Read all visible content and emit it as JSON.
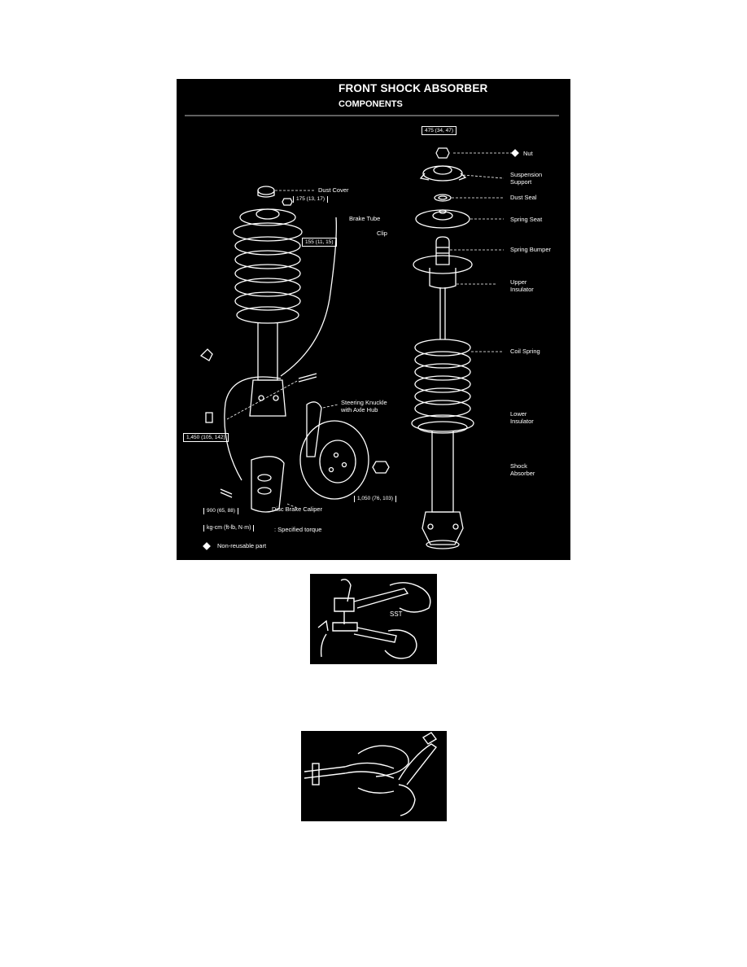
{
  "main_figure": {
    "title": "FRONT SHOCK ABSORBER",
    "subtitle": "COMPONENTS",
    "labels": {
      "nut": "Nut",
      "suspension_support": "Suspension\nSupport",
      "dust_seal": "Dust Seal",
      "spring_seat": "Spring Seat",
      "spring_bumper": "Spring Bumper",
      "upper_insulator": "Upper\nInsulator",
      "coil_spring": "Coil Spring",
      "lower_insulator": "Lower\nInsulator",
      "shock_absorber": "Shock\nAbsorber",
      "dust_cover": "Dust Cover",
      "brake_tube": "Brake Tube",
      "clip": "Clip",
      "steering_knuckle": "Steering Knuckle\nwith Axle Hub",
      "disc_brake_caliper": "Disc Brake Caliper"
    },
    "torques": {
      "nut": "475 (34, 47)",
      "dust_cover": "175 (13, 17)",
      "brake_tube": "155 (11, 15)",
      "knuckle_bolts": "1,450 (105, 142)",
      "caliper_bolt": "900 (65, 88)",
      "hub_nut": "1,050 (76, 103)"
    },
    "legend": {
      "torque_unit": "kg-cm (ft-lb, N·m)",
      "torque_desc": ": Specified torque",
      "nonreusable_desc": "Non-reusable part",
      "diamond_symbol": "◆"
    }
  },
  "sst_figure": {
    "label": "SST"
  }
}
